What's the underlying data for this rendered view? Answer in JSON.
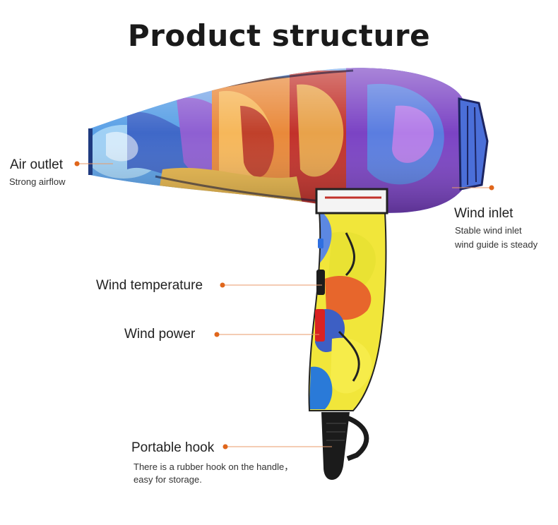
{
  "title": "Product structure",
  "callouts": {
    "air_outlet": {
      "label": "Air outlet",
      "desc": "Strong airflow"
    },
    "wind_inlet": {
      "label": "Wind inlet",
      "desc_line1": "Stable wind inlet",
      "desc_line2": "wind guide is steady"
    },
    "wind_temperature": {
      "label": "Wind temperature"
    },
    "wind_power": {
      "label": "Wind power"
    },
    "portable_hook": {
      "label": "Portable hook",
      "desc_line1": "There is a rubber hook on the handle，",
      "desc_line2": "easy for storage."
    }
  },
  "colors": {
    "accent_dot": "#e0661b",
    "leader_line": "#e89a6a"
  }
}
